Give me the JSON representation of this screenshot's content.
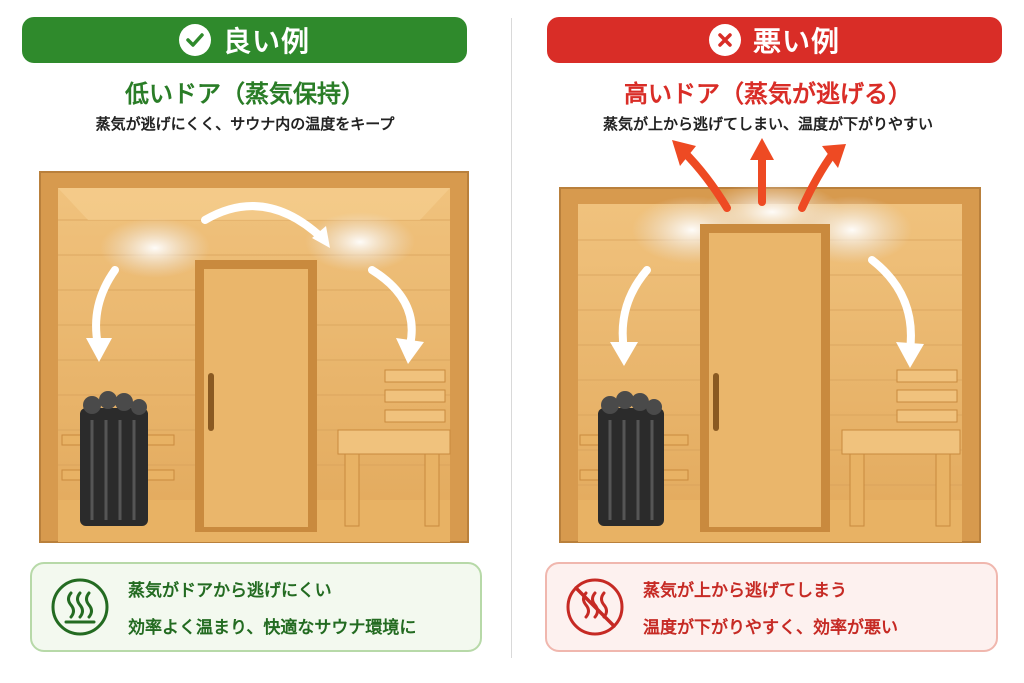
{
  "good": {
    "banner": "良い例",
    "subtitle": "低いドア（蒸気保持）",
    "description": "蒸気が逃げにくく、サウナ内の温度をキープ",
    "callout_line1": "蒸気がドアから逃げにくい",
    "callout_line2": "効率よく温まり、快適なサウナ環境に",
    "banner_icon": "check-circle-icon",
    "callout_icon": "steam-icon"
  },
  "bad": {
    "banner": "悪い例",
    "subtitle": "高いドア（蒸気が逃げる）",
    "description": "蒸気が上から逃げてしまい、温度が下がりやすい",
    "callout_line1": "蒸気が上から逃げてしまう",
    "callout_line2": "温度が下がりやすく、効率が悪い",
    "banner_icon": "x-circle-icon",
    "callout_icon": "no-steam-icon"
  },
  "colors": {
    "good": "#2f8a2c",
    "bad": "#d92d27",
    "wood": "#e9b56b",
    "wood_dark": "#c98a3e"
  }
}
